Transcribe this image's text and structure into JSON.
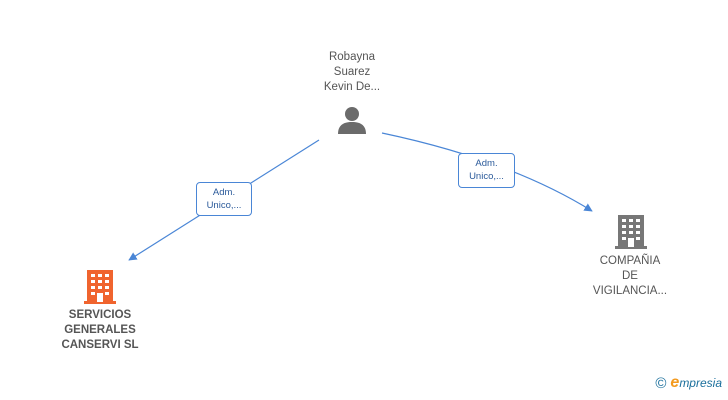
{
  "person": {
    "name": "Robayna\nSuarez\nKevin De..."
  },
  "companies": [
    {
      "name": "SERVICIOS\nGENERALES\nCANSERVI  SL",
      "color": "#f0642e"
    },
    {
      "name": "COMPAÑIA\nDE\nVIGILANCIA...",
      "color": "#777777"
    }
  ],
  "edges": [
    {
      "label": "Adm.\nUnico,..."
    },
    {
      "label": "Adm.\nUnico,..."
    }
  ],
  "colors": {
    "edge": "#4a86d6",
    "person_icon": "#6b6b6b"
  },
  "footer": {
    "copyright_symbol": "©",
    "brand_initial": "e",
    "brand_rest": "mpresia"
  }
}
